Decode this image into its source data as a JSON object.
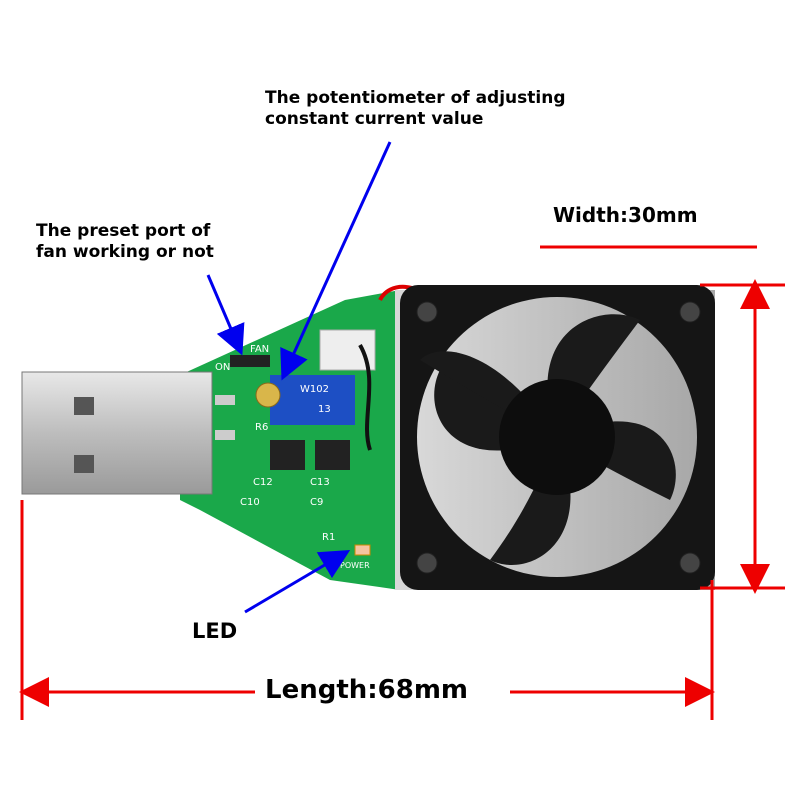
{
  "labels": {
    "potentiometer": [
      "The potentiometer of adjusting",
      "constant current value"
    ],
    "fan_port": [
      "The preset port of",
      "fan working or not"
    ],
    "width": "Width:30mm",
    "led": "LED",
    "length": "Length:68mm"
  },
  "board_markings": {
    "fan": "FAN",
    "on": "ON",
    "pot": "W102",
    "pot_sub": "13",
    "r6": "R6",
    "c12": "C12",
    "c13": "C13",
    "c10": "C10",
    "c9": "C9",
    "r1": "R1",
    "power": "POWER"
  },
  "colors": {
    "annotation_arrow": "#0000ee",
    "dimension_line": "#ee0000",
    "pcb": "#1aa84a",
    "fan": "#151515"
  }
}
